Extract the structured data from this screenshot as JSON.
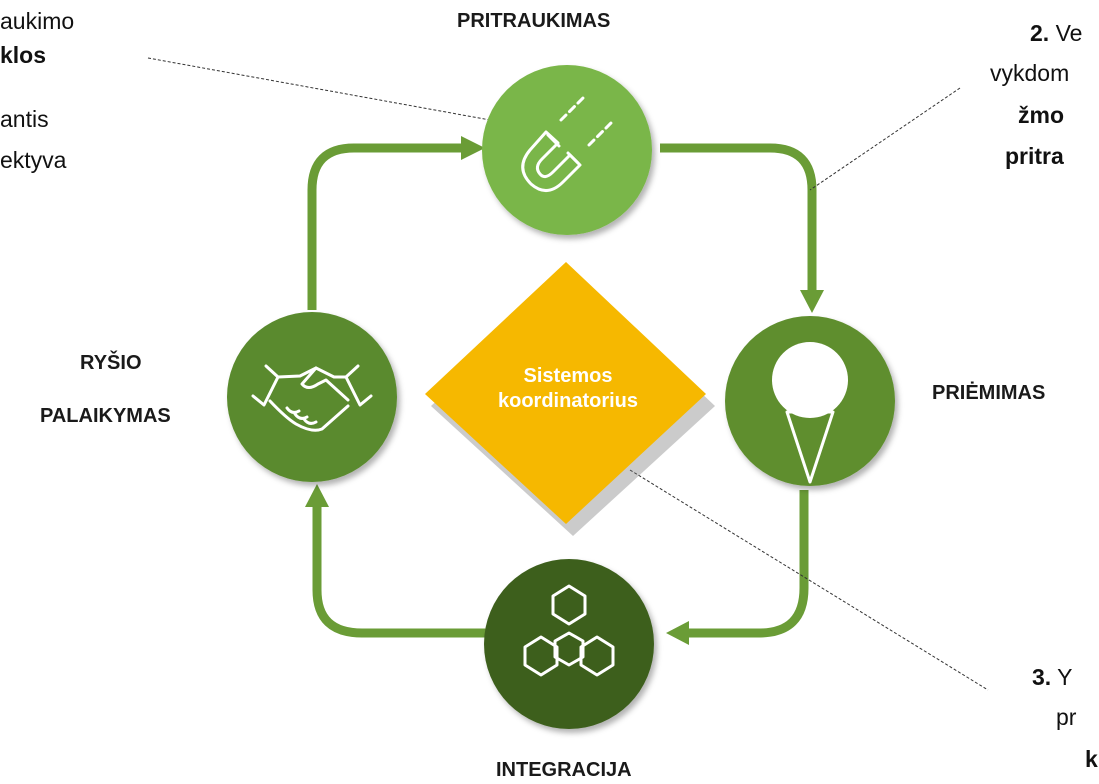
{
  "stages": {
    "top": "PRITRAUKIMAS",
    "right": "PRIĖMIMAS",
    "bottom": "INTEGRACIJA",
    "left_line1": "RYŠIO",
    "left_line2": "PALAIKYMAS"
  },
  "center": {
    "line1": "Sistemos",
    "line2": "koordinatorius"
  },
  "notes": {
    "note1": {
      "line1": "aukimo",
      "line2": "klos",
      "line3": "antis",
      "line4": "ektyva"
    },
    "note2": {
      "number": "2.",
      "line1_rest": " Ve",
      "line2": "vykdom",
      "line3": "žmo",
      "line4": "pritra"
    },
    "note3": {
      "number": "3.",
      "line1_rest": " Y",
      "line2": "pr",
      "line3": "k"
    }
  },
  "icons": {
    "top": "magnet-icon",
    "right": "map-pin-icon",
    "bottom": "hexagon-cluster-icon",
    "left": "handshake-icon",
    "arrows": "arrowhead-icon"
  },
  "colors": {
    "loop": "#6a9c36",
    "top_circle": "#7ab648",
    "right_circle": "#5e8e2f",
    "bottom_circle": "#3e5f1e",
    "left_circle": "#5a8a2e",
    "diamond": "#f6b800",
    "center_text": "#ffffff"
  }
}
